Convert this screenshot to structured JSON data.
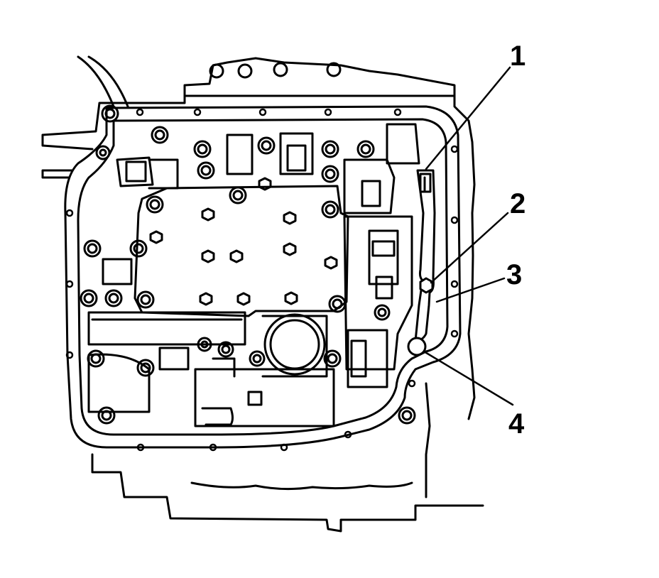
{
  "callouts": [
    {
      "number": "1"
    },
    {
      "number": "2"
    },
    {
      "number": "3"
    },
    {
      "number": "4"
    }
  ],
  "colors": {
    "line": "#000000",
    "fill": "#ffffff"
  }
}
